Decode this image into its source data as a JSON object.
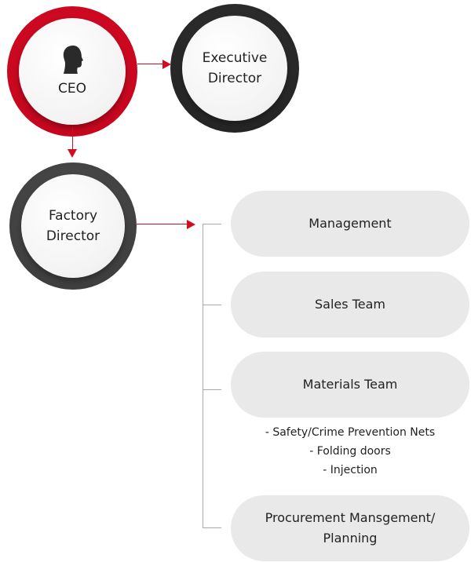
{
  "chart": {
    "nodes": {
      "ceo": {
        "label": "CEO",
        "icon": "person-head-icon",
        "ring_color": "#c8071f"
      },
      "executive_director": {
        "line1": "Executive",
        "line2": "Director",
        "ring_color": "#262626"
      },
      "factory_director": {
        "line1": "Factory",
        "line2": "Director",
        "ring_color": "#404040"
      }
    },
    "departments": [
      {
        "label": "Management"
      },
      {
        "label": "Sales Team"
      },
      {
        "label": "Materials Team",
        "sub_items": [
          "- Safety/Crime Prevention Nets",
          "- Folding doors",
          "- Injection"
        ]
      },
      {
        "line1": "Procurement Mansgement/",
        "line2": "Planning"
      }
    ],
    "colors": {
      "accent": "#d10d24",
      "pill": "#e9e9e9",
      "connector": "#aaaaaa"
    }
  }
}
